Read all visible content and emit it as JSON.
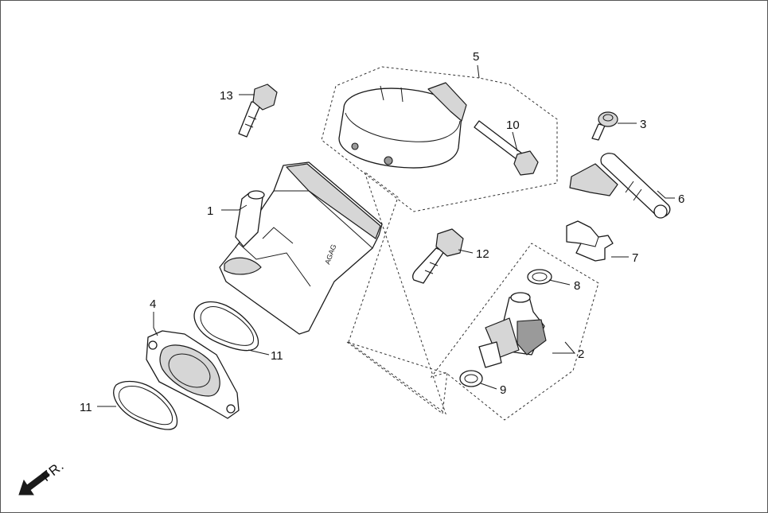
{
  "diagram": {
    "callouts": [
      {
        "id": "1",
        "text": "1"
      },
      {
        "id": "2",
        "text": "2"
      },
      {
        "id": "3",
        "text": "3"
      },
      {
        "id": "4",
        "text": "4"
      },
      {
        "id": "5",
        "text": "5"
      },
      {
        "id": "6",
        "text": "6"
      },
      {
        "id": "7",
        "text": "7"
      },
      {
        "id": "8",
        "text": "8"
      },
      {
        "id": "9",
        "text": "9"
      },
      {
        "id": "10",
        "text": "10"
      },
      {
        "id": "11a",
        "text": "11"
      },
      {
        "id": "11b",
        "text": "11"
      },
      {
        "id": "12",
        "text": "12"
      },
      {
        "id": "13",
        "text": "13"
      }
    ],
    "direction_label": "FR.",
    "colors": {
      "ink": "#1a1a1a",
      "shade": "#d6d6d6",
      "dark": "#9a9a9a",
      "background": "#ffffff"
    }
  }
}
